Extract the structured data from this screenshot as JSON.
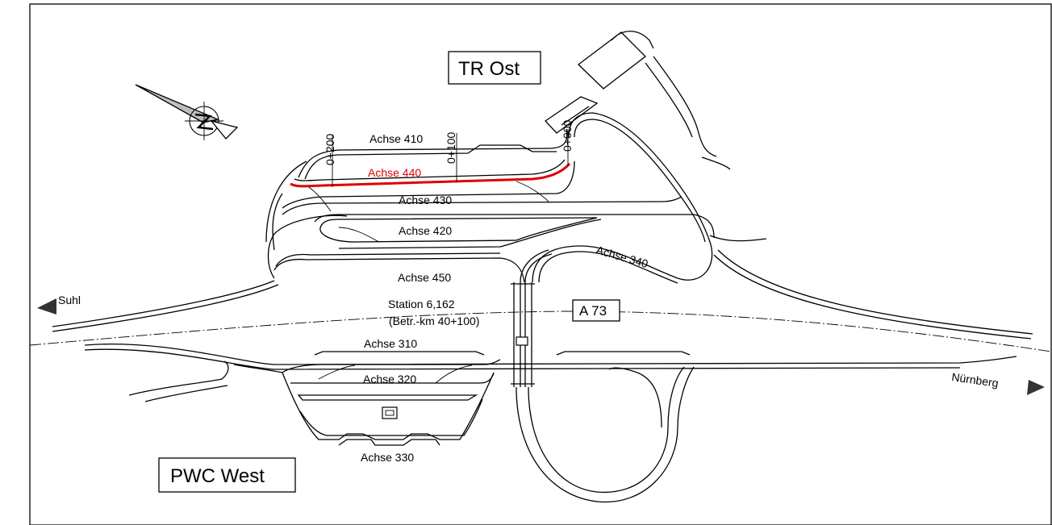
{
  "areas": {
    "tr_ost": "TR Ost",
    "pwc_west": "PWC West"
  },
  "highway": {
    "name": "A 73",
    "station": "Station 6,162",
    "betr_km": "(Betr.-km 40+100)"
  },
  "directions": {
    "west": "Suhl",
    "east": "Nürnberg"
  },
  "axes": {
    "a410": "Achse 410",
    "a440": "Achse 440",
    "a430": "Achse 430",
    "a420": "Achse 420",
    "a450": "Achse 450",
    "a340": "Achse 340",
    "a310": "Achse 310",
    "a320": "Achse 320",
    "a330": "Achse 330"
  },
  "stations": {
    "s200": "0+200",
    "s100": "0+100",
    "s000": "0+000"
  },
  "colors": {
    "highlight": "#e00000",
    "lines": "#000000"
  },
  "icons": {
    "north_arrow": "north-arrow-icon",
    "direction_arrows": "direction-triangle-icon"
  }
}
